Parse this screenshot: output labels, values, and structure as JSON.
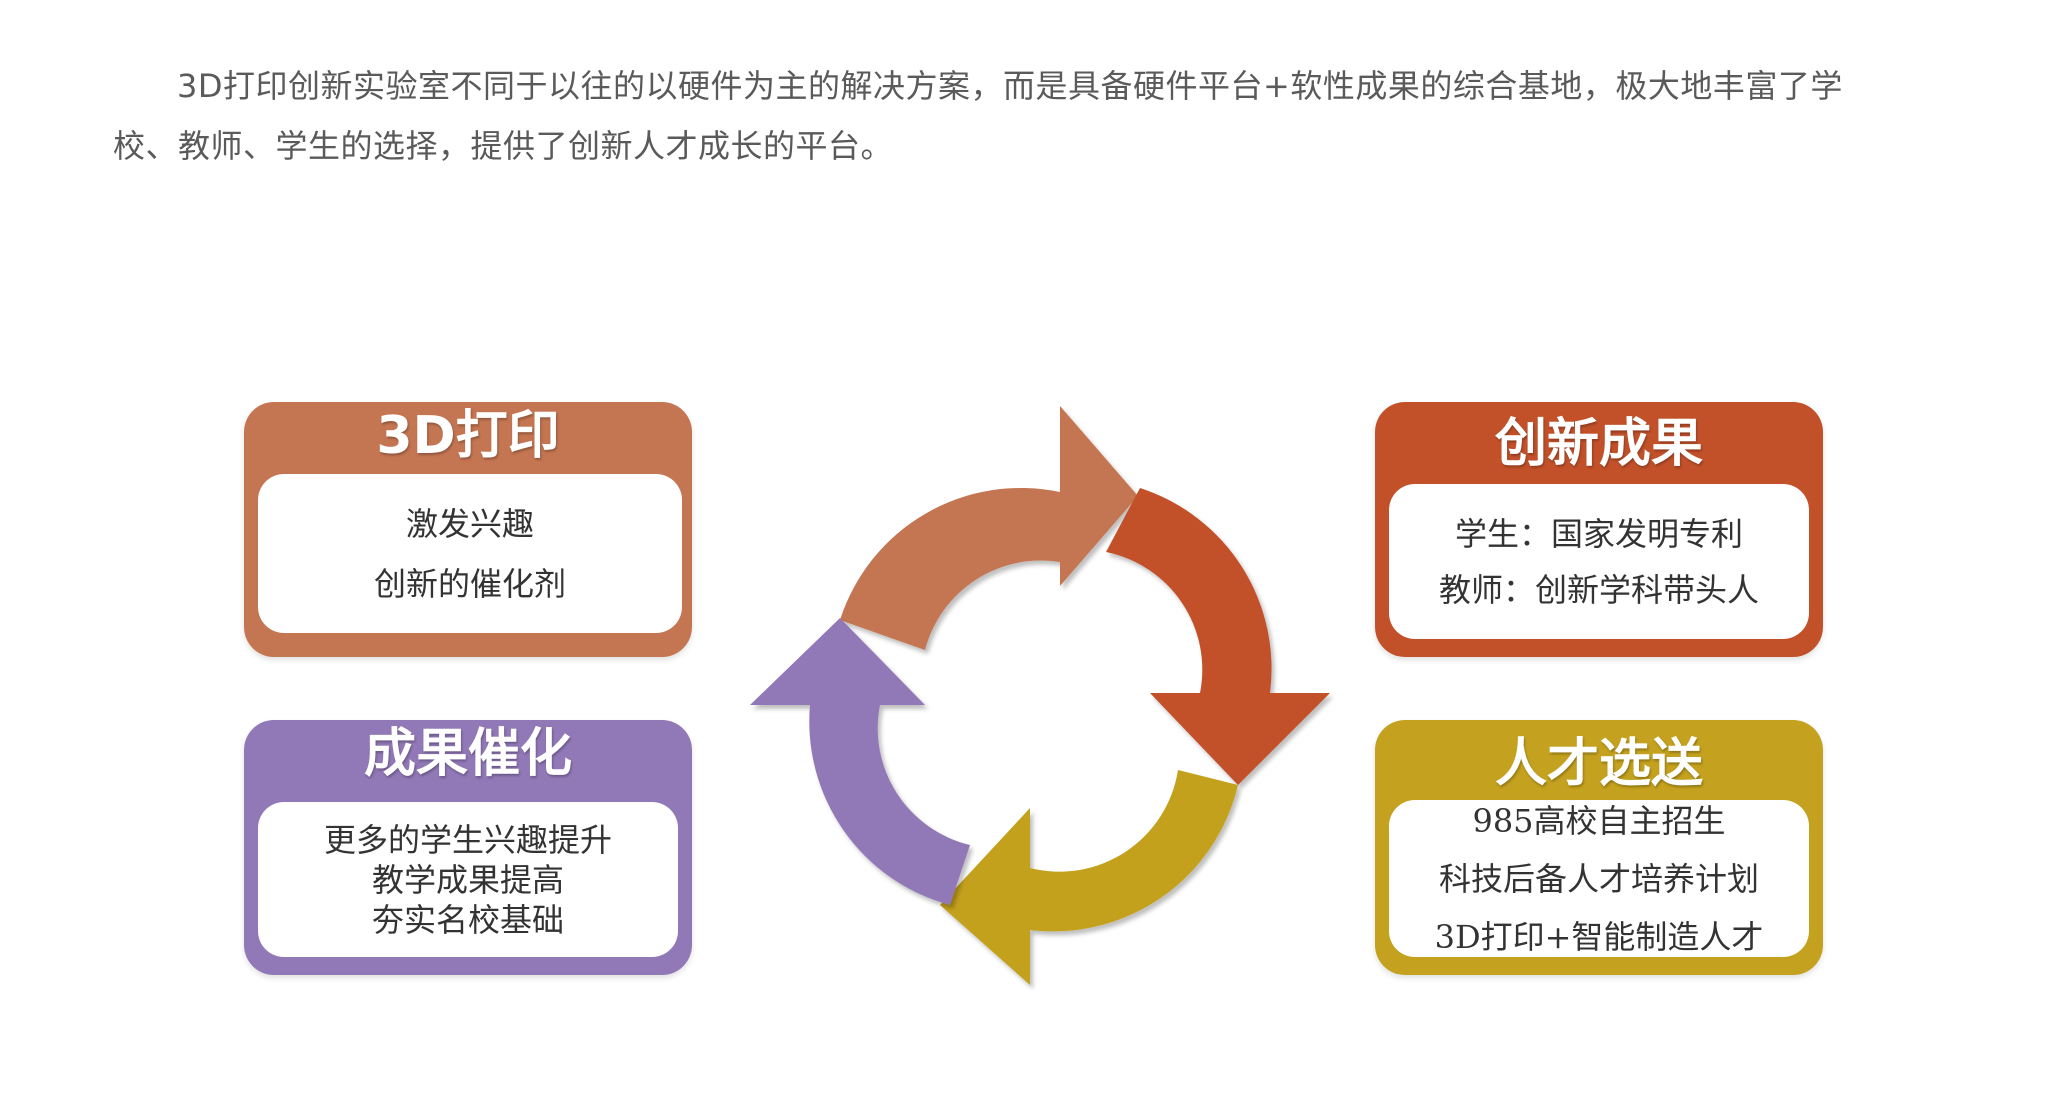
{
  "intro": {
    "line1": "3D打印创新实验室不同于以往的以硬件为主的解决方案，而是具备硬件平台+软性成果的综合基地，极大地丰富了学",
    "line2": "校、教师、学生的选择，提供了创新人才成长的平台。"
  },
  "cards": {
    "print3d": {
      "title": "3D打印",
      "lines": [
        "激发兴趣",
        "创新的催化剂"
      ],
      "color": "#c47551"
    },
    "innovation": {
      "title": "创新成果",
      "lines": [
        "学生：国家发明专利",
        "教师：创新学科带头人"
      ],
      "color": "#c2512a"
    },
    "catalyst": {
      "title": "成果催化",
      "lines": [
        "更多的学生兴趣提升",
        "教学成果提高",
        "夯实名校基础"
      ],
      "color": "#9178b6"
    },
    "talent": {
      "title": "人才选送",
      "lines": [
        "985高校自主招生",
        "科技后备人才培养计划",
        "3D打印+智能制造人才"
      ],
      "color": "#c4a11e"
    }
  },
  "cycle_colors": {
    "top": "#c47551",
    "right": "#c2512a",
    "bottom": "#c4a11e",
    "left": "#9178b6"
  }
}
